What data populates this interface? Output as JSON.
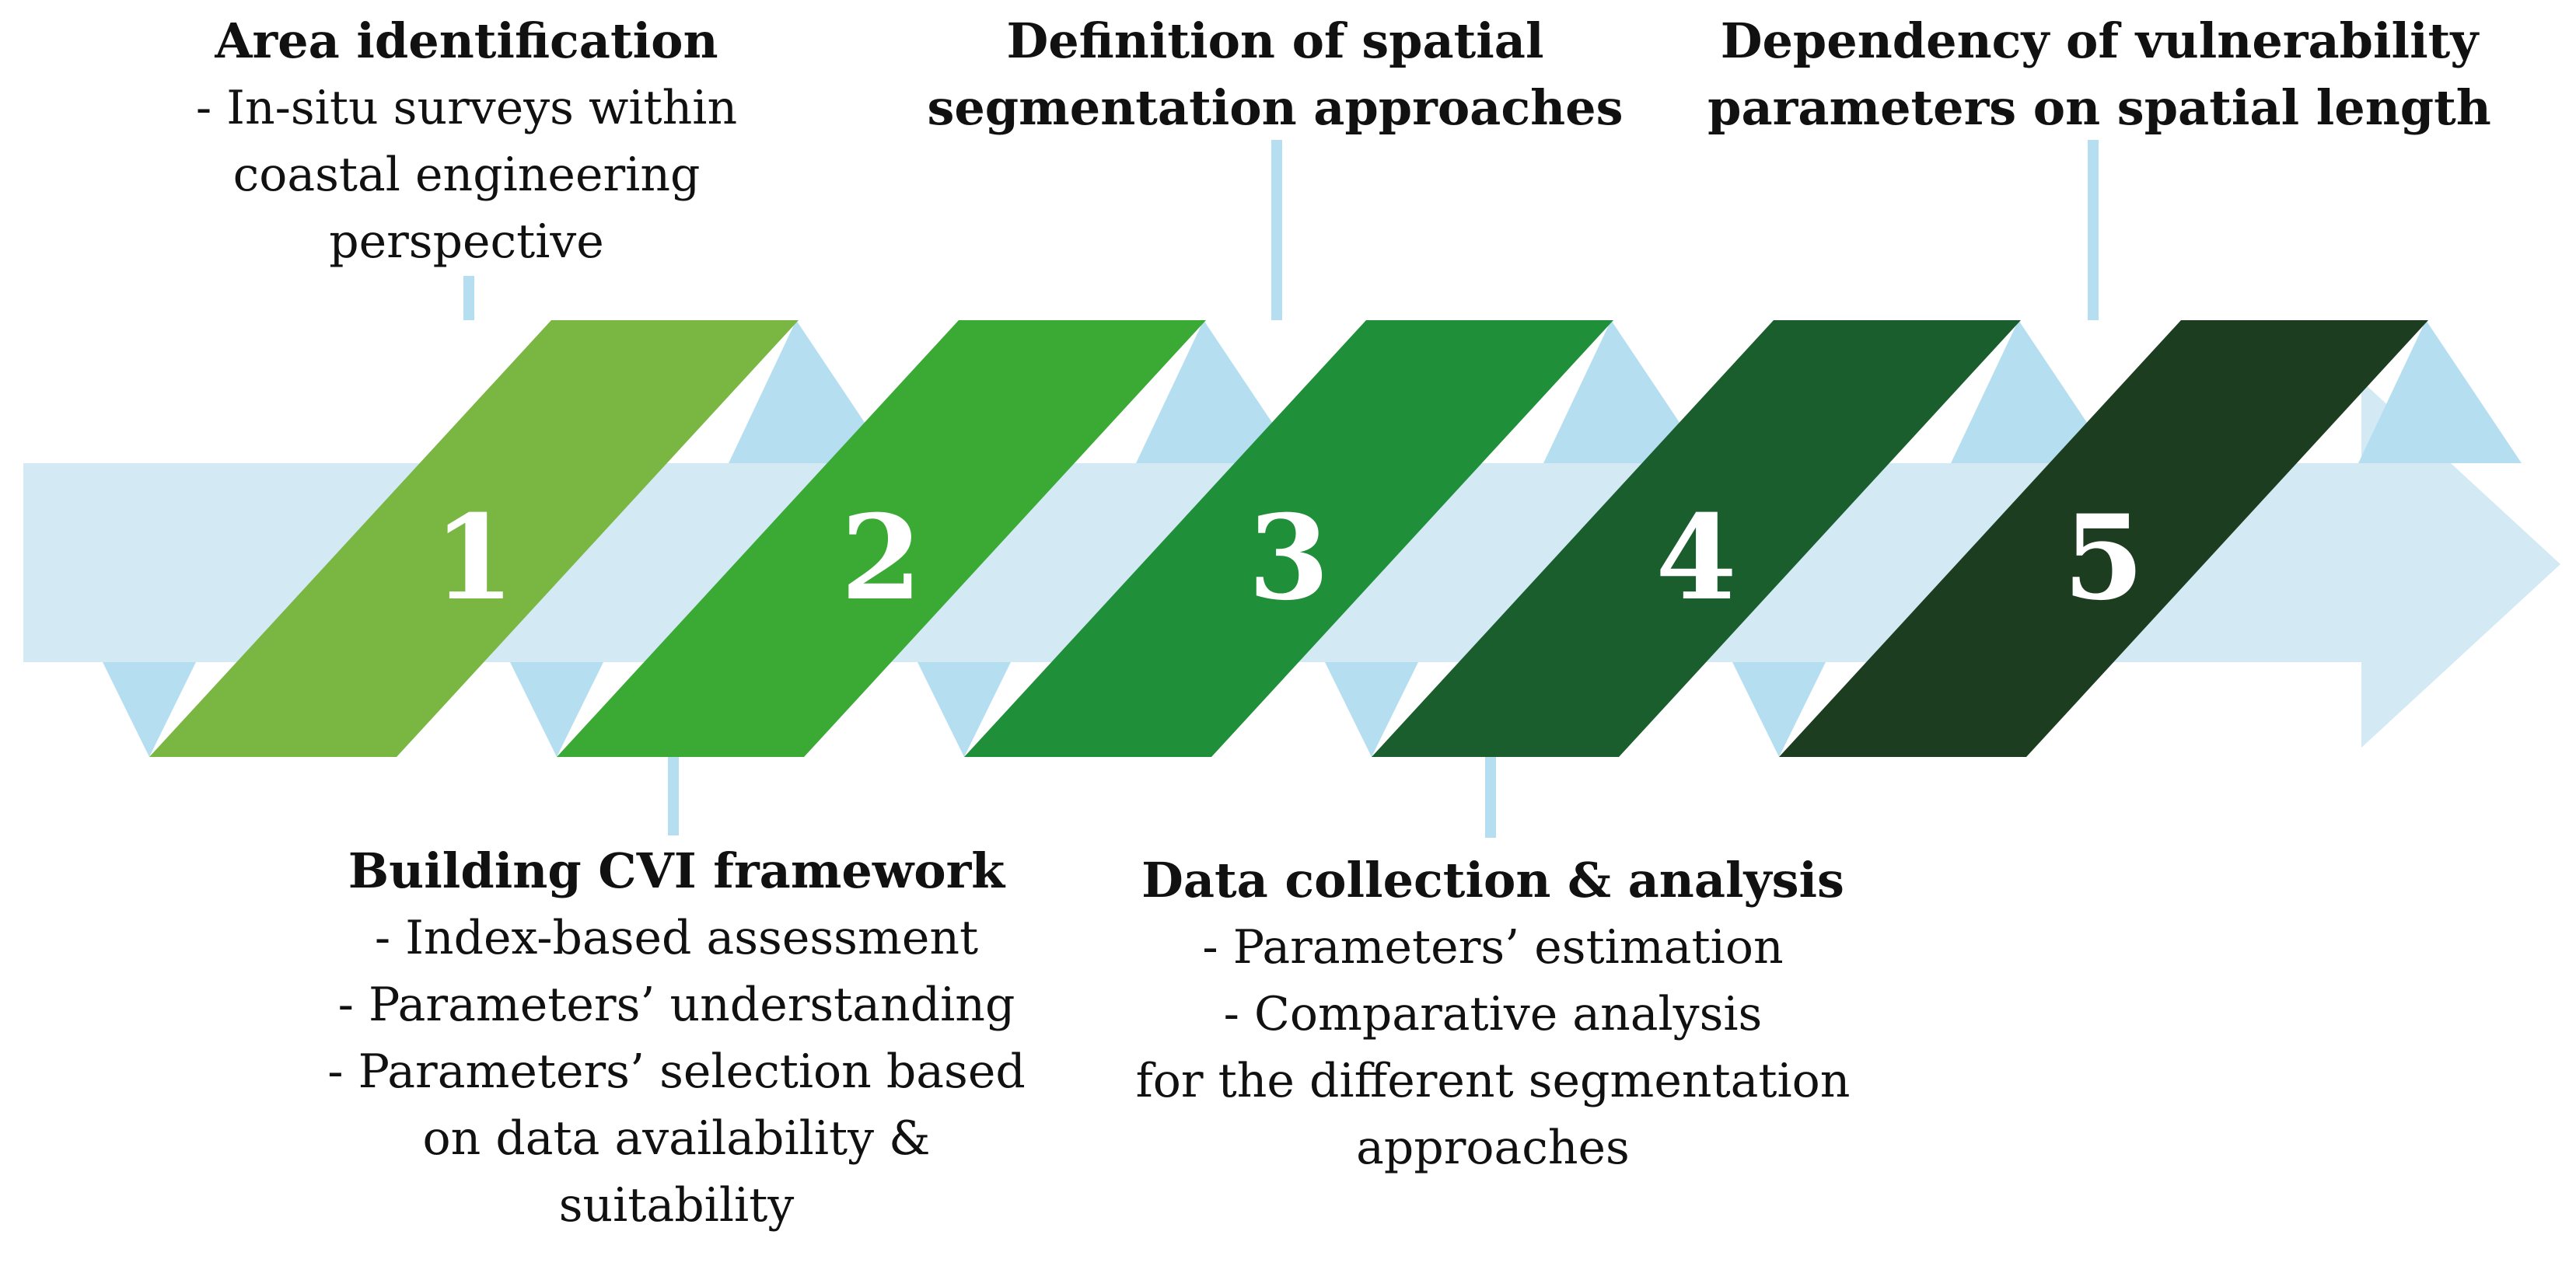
{
  "colors": {
    "arrow_body": "#d3eaf4",
    "arrow_ribbon": "#b5dff0",
    "connector": "#b5dff0",
    "number_text": "#ffffff",
    "step_fills": [
      "#7ab642",
      "#3aaa35",
      "#1f8f39",
      "#1a5e2e",
      "#1c3d1f"
    ]
  },
  "steps": [
    {
      "number": "1",
      "title": "Area identification",
      "lines": [
        "- In-situ surveys within",
        "coastal engineering",
        "perspective"
      ]
    },
    {
      "number": "2",
      "title": "Building CVI framework",
      "lines": [
        "- Index-based assessment",
        "- Parameters’ understanding",
        "- Parameters’ selection based",
        "on data availability &",
        "suitability"
      ]
    },
    {
      "number": "3",
      "title": "Definition of spatial segmentation approaches",
      "title_lines": [
        "Definition of spatial",
        "segmentation approaches"
      ],
      "lines": []
    },
    {
      "number": "4",
      "title": "Data collection & analysis",
      "lines": [
        "- Parameters’ estimation",
        "- Comparative analysis",
        "for the different segmentation",
        "approaches"
      ]
    },
    {
      "number": "5",
      "title": "Dependency of vulnerability parameters on spatial length",
      "title_lines": [
        "Dependency of vulnerability",
        "parameters on spatial length"
      ],
      "lines": []
    }
  ]
}
